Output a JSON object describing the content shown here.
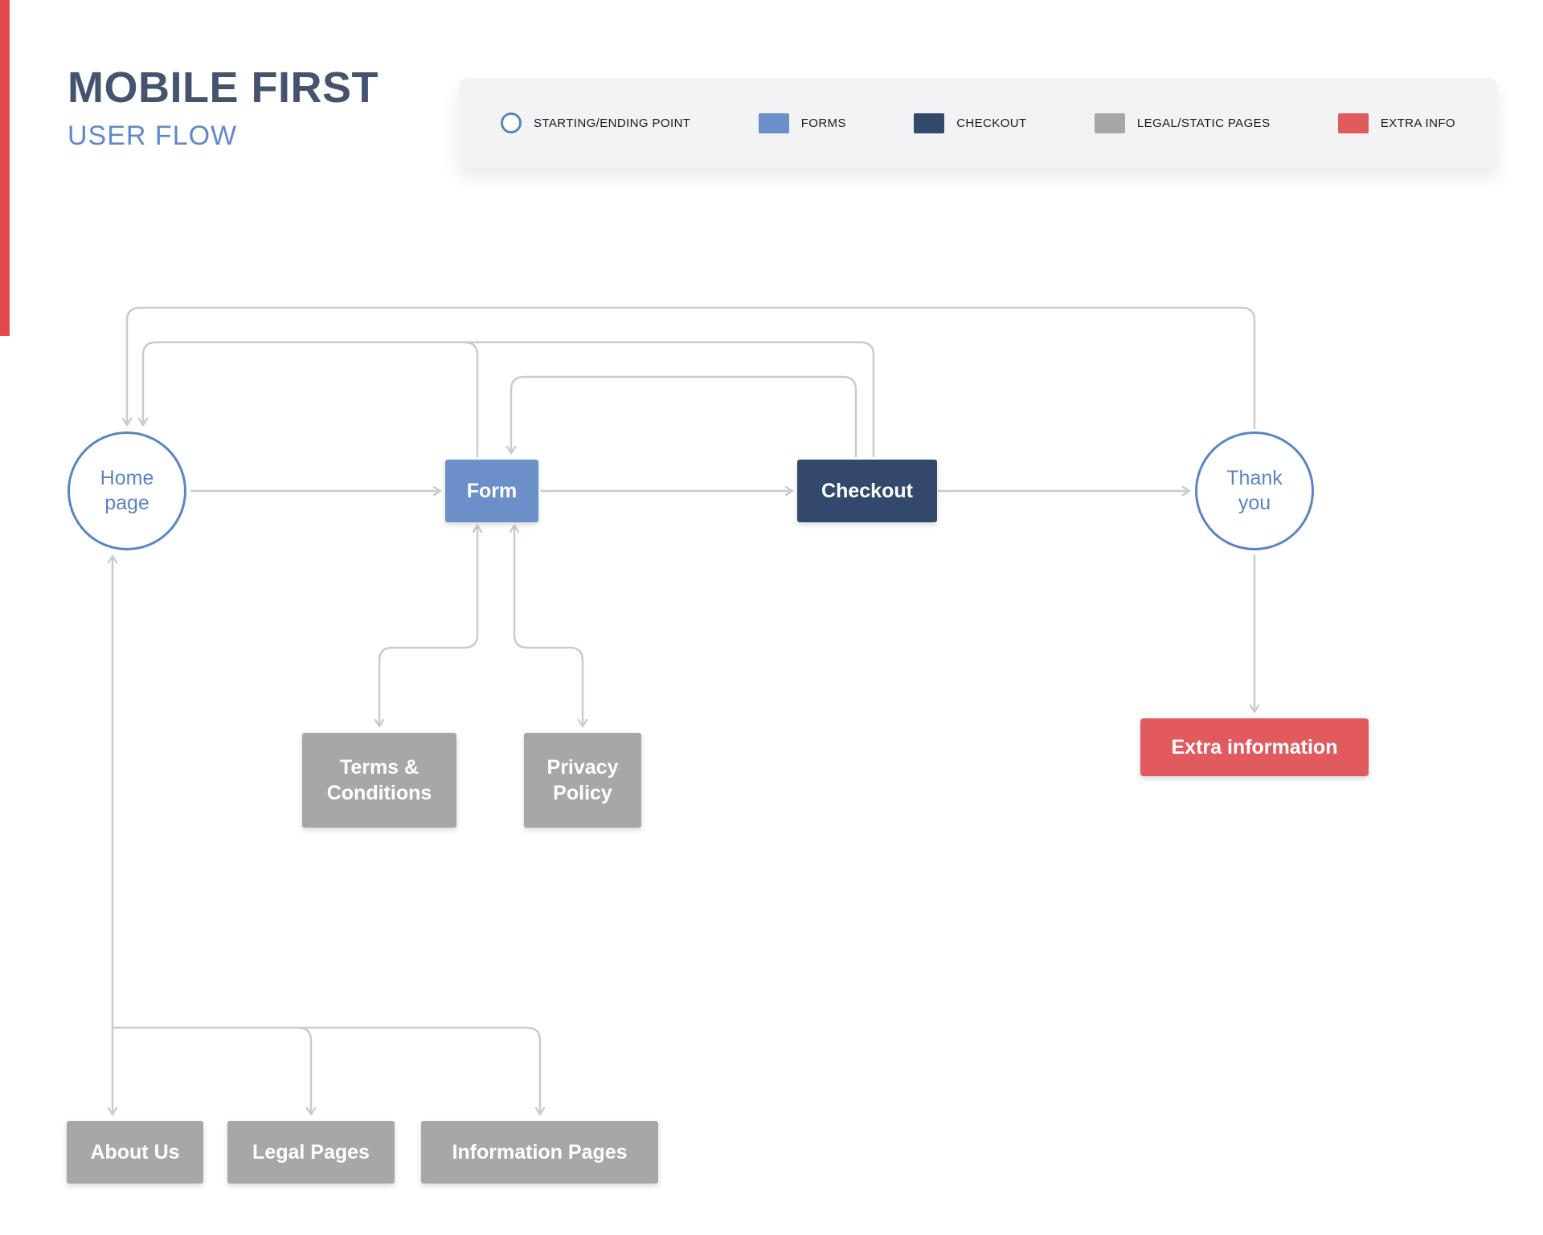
{
  "header": {
    "title": "MOBILE FIRST",
    "subtitle": "USER FLOW",
    "title_color": "#44546f",
    "subtitle_color": "#6189c9"
  },
  "legend": {
    "items": [
      {
        "label": "STARTING/ENDING POINT",
        "type": "circle-outline",
        "color": "#5b84c4"
      },
      {
        "label": "FORMS",
        "type": "swatch",
        "color": "#6b90c9"
      },
      {
        "label": "CHECKOUT",
        "type": "swatch",
        "color": "#33496b"
      },
      {
        "label": "LEGAL/STATIC PAGES",
        "type": "swatch",
        "color": "#a7a7a9"
      },
      {
        "label": "EXTRA INFO",
        "type": "swatch",
        "color": "#e15b5e"
      }
    ]
  },
  "colors": {
    "accent_strip": "#e2484c",
    "point_border": "#5b84c4",
    "forms": "#6b90c9",
    "checkout": "#33496b",
    "legal": "#a7a7a9",
    "extra": "#e15b5e",
    "connector": "#c7ccd2"
  },
  "diagram": {
    "nodes": {
      "home": {
        "label": "Home page",
        "type": "starting-ending-point"
      },
      "form": {
        "label": "Form",
        "type": "forms"
      },
      "checkout": {
        "label": "Checkout",
        "type": "checkout"
      },
      "thankyou": {
        "label": "Thank you",
        "type": "starting-ending-point"
      },
      "terms": {
        "label": "Terms & Conditions",
        "type": "legal-static"
      },
      "privacy": {
        "label": "Privacy Policy",
        "type": "legal-static"
      },
      "extra": {
        "label": "Extra information",
        "type": "extra-info"
      },
      "about": {
        "label": "About Us",
        "type": "legal-static"
      },
      "legal": {
        "label": "Legal Pages",
        "type": "legal-static"
      },
      "info": {
        "label": "Information Pages",
        "type": "legal-static"
      }
    },
    "edges": [
      {
        "from": "home",
        "to": "form",
        "direction": "forward"
      },
      {
        "from": "form",
        "to": "checkout",
        "direction": "forward"
      },
      {
        "from": "checkout",
        "to": "thankyou",
        "direction": "forward"
      },
      {
        "from": "thankyou",
        "to": "home",
        "direction": "return"
      },
      {
        "from": "checkout",
        "to": "home",
        "direction": "return"
      },
      {
        "from": "checkout",
        "to": "form",
        "direction": "return"
      },
      {
        "from": "form",
        "to": "terms",
        "direction": "both"
      },
      {
        "from": "form",
        "to": "privacy",
        "direction": "both"
      },
      {
        "from": "thankyou",
        "to": "extra",
        "direction": "forward"
      },
      {
        "from": "home",
        "to": "about",
        "direction": "both"
      },
      {
        "from": "home",
        "to": "legal",
        "direction": "forward"
      },
      {
        "from": "home",
        "to": "info",
        "direction": "forward"
      }
    ]
  }
}
